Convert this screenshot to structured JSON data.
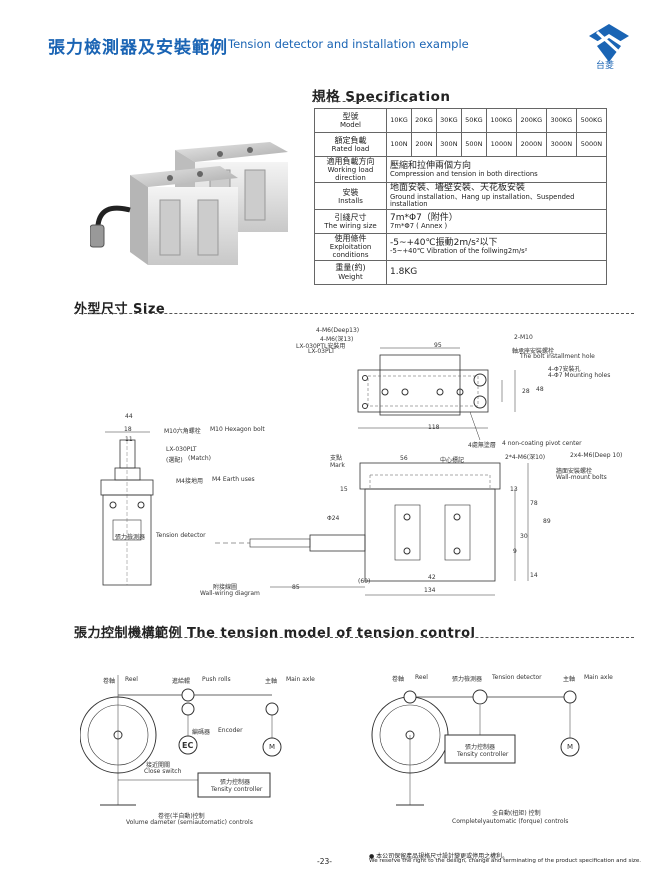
{
  "header": {
    "title_cn": "張力檢測器及安裝範例",
    "title_en": "Tension detector and installation example",
    "logo_text": "台菱"
  },
  "spec": {
    "title": "規格  Specification",
    "model_cn": "型號",
    "model_en": "Model",
    "models": [
      "10KG",
      "20KG",
      "30KG",
      "50KG",
      "100KG",
      "200KG",
      "300KG",
      "500KG"
    ],
    "rated_cn": "額定負載",
    "rated_en": "Rated load",
    "rated": [
      "100N",
      "200N",
      "300N",
      "500N",
      "1000N",
      "2000N",
      "3000N",
      "5000N"
    ],
    "rows": [
      {
        "cn": "適用負載方向",
        "en": "Working load direction",
        "val_cn": "壓縮和拉伸兩個方向",
        "val_en": "Compression and tension in both directions"
      },
      {
        "cn": "安裝",
        "en": "Installs",
        "val_cn": "地面安裝、墻壁安裝、天花板安裝",
        "val_en": "Ground installation、Hang up installation、Suspended installation"
      },
      {
        "cn": "引綫尺寸",
        "en": "The wiring size",
        "val_cn": "7m*Φ7（附件）",
        "val_en": "7m*Φ7 ( Annex )"
      },
      {
        "cn": "使用條件",
        "en": "Exploitation conditions",
        "val_cn": "-5~+40℃振動2m/s²以下",
        "val_en": "-5~+40℃ Vibration of the follwing2m/s²"
      },
      {
        "cn": "重量(約)",
        "en": "Weight",
        "val_cn": "1.8KG",
        "val_en": ""
      }
    ]
  },
  "size": {
    "title": "外型尺寸  Size",
    "labels": {
      "m6deep": "4-M6(Deep13)",
      "m6cn": "4-M6(深13)",
      "lx030_mount": "LX-030PTL安裝用",
      "lx03plt": "LX-03PLT",
      "d95": "95",
      "m10": "2-M10",
      "bolt_cn": "軸承座安裝螺栓",
      "bolt_en": "The bolt installment hole",
      "hole_cn": "4-Φ7安裝孔",
      "hole_en": "4-Φ7 Mounting holes",
      "d28": "28",
      "d48": "48",
      "d118": "118",
      "pivot_cn": "4處無塗層",
      "pivot_en": "4 non-coating pivot center",
      "d44": "44",
      "d18": "18",
      "d11": "11",
      "hex_cn": "M10六角螺栓",
      "hex_en": "M10 Hexagon bolt",
      "lx030plt": "LX-030PLT",
      "match_cn": "(選配)",
      "match_en": "(Match)",
      "earth_cn": "M4接地用",
      "earth_en": "M4 Earth uses",
      "td_en": "Tension detector",
      "td_cn": "張力檢測器",
      "mark_cn": "支點",
      "mark_en": "Mark",
      "d56": "56",
      "center_cn": "中心標記",
      "m6b": "2*4-M6(深10)",
      "m6c": "2x4-M6(Deep 10)",
      "wall_cn": "牆面安裝螺栓",
      "wall_en": "Wall-mount bolts",
      "d15": "15",
      "d13": "13",
      "d78": "78",
      "d89": "89",
      "d30": "30",
      "d9": "9",
      "d14": "14",
      "phi24": "Φ24",
      "wiring_cn": "附接線圖",
      "wiring_en": "Wall-wiring diagram",
      "d85": "85",
      "d60": "(60)",
      "d42": "42",
      "d134": "134"
    }
  },
  "control": {
    "title": "張力控制機構範例  The tension model of tension control",
    "left": {
      "reel_cn": "卷軸",
      "reel_en": "Reel",
      "push_cn": "進給輥",
      "push_en": "Push rolls",
      "main_cn": "主軸",
      "main_en": "Main axle",
      "enc_cn": "編碼器",
      "enc_en": "Encoder",
      "ec": "EC",
      "m": "M",
      "close_cn": "接近開關",
      "close_en": "Close switch",
      "ctrl_cn": "張力控制器",
      "ctrl_en": "Tensity controller",
      "cap_cn": "卷徑(半自動)控制",
      "cap_en": "Volume dameter (semiautomatic) controls"
    },
    "right": {
      "reel_cn": "卷軸",
      "reel_en": "Reel",
      "det_cn": "張力檢測器",
      "det_en": "Tension detector",
      "main_cn": "主軸",
      "main_en": "Main axle",
      "ctrl_cn": "張力控制器",
      "ctrl_en": "Tensity controller",
      "m": "M",
      "cap_cn": "全自動(扭矩) 控制",
      "cap_en": "Completelyautomatic (forque) controls"
    }
  },
  "footer": {
    "page": "-23-",
    "note_cn": "● 本公司保留產品規格尺寸設計變更或停用之權利。",
    "note_en": "We reserve the right to the design, change and terminating of the product specification and size."
  }
}
